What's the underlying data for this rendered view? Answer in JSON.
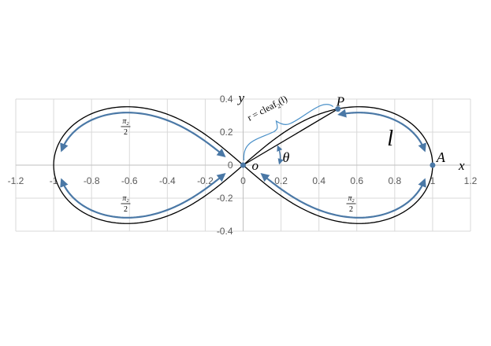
{
  "chart_data": {
    "type": "line",
    "title": "",
    "x_ticks": [
      "-1.2",
      "-1",
      "-0.8",
      "-0.6",
      "-0.4",
      "-0.2",
      "0",
      "0.2",
      "0.4",
      "0.6",
      "0.8",
      "1",
      "1.2"
    ],
    "x_tick_values": [
      -1.2,
      -1,
      -0.8,
      -0.6,
      -0.4,
      -0.2,
      0,
      0.2,
      0.4,
      0.6,
      0.8,
      1,
      1.2
    ],
    "y_ticks": [
      "0.4",
      "0.2",
      "0",
      "-0.2",
      "-0.4"
    ],
    "y_tick_values": [
      0.4,
      0.2,
      0,
      -0.2,
      -0.4
    ],
    "xlim": [
      -1.2,
      1.2
    ],
    "ylim": [
      -0.4,
      0.4
    ],
    "grid": true,
    "series": [
      {
        "curve": "lemniscate",
        "equation": "r^2 = cos(2*theta)",
        "color": "#000000"
      }
    ],
    "points": {
      "P": {
        "label": "P",
        "x": 0.5,
        "y": 0.34
      },
      "A": {
        "label": "A",
        "x": 1.0,
        "y": 0.0
      },
      "O": {
        "label": "o",
        "x": 0.0,
        "y": 0.0
      }
    },
    "annotations": {
      "axis_x": "x",
      "axis_y": "y",
      "arc_length": "l",
      "angle": "θ",
      "radius_label": "r = cleaf",
      "radius_label_sub": "2",
      "radius_label_tail": "(l)",
      "quarter_arc_top": "π",
      "quarter_arc_sub": "2",
      "quarter_arc_den": "2"
    },
    "colors": {
      "axes": "#595959",
      "grid": "#d9d9d9",
      "curve": "#000000",
      "arrows": "#4a78a6",
      "brace": "#4a90c8",
      "points": "#4a78a6"
    }
  }
}
